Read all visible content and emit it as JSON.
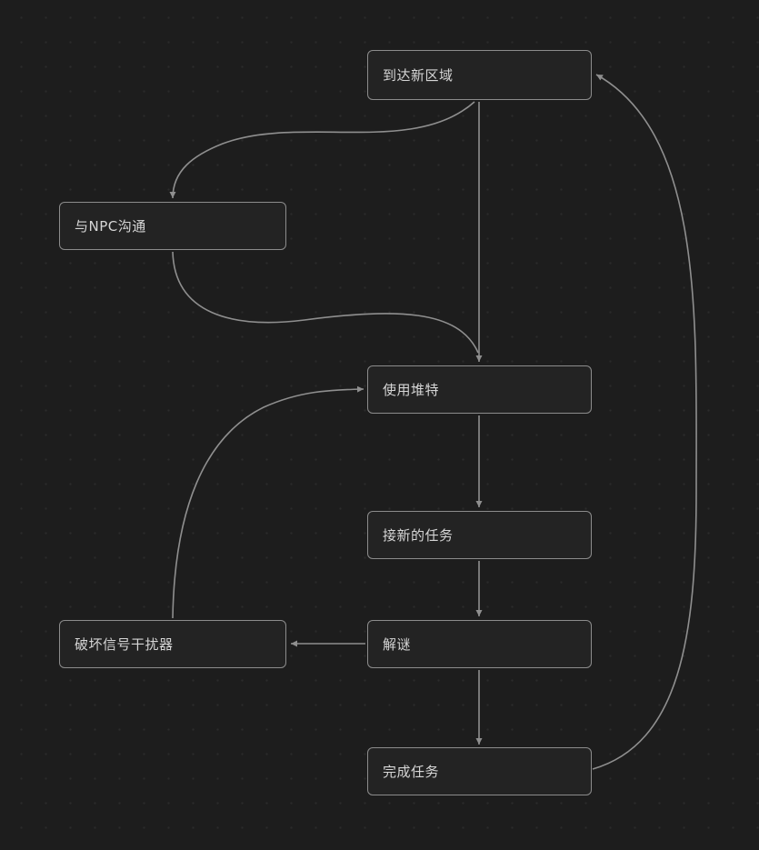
{
  "canvas": {
    "background": "#1d1d1d",
    "dot_color": "#2b2b2b",
    "edge_color": "#8f8f8f",
    "node_border_color": "#8c8c8c",
    "node_fill": "#232323",
    "text_color": "#d6d6d6"
  },
  "nodes": [
    {
      "id": "arrive-new-area",
      "label": "到达新区域"
    },
    {
      "id": "talk-npc",
      "label": "与NPC沟通"
    },
    {
      "id": "use-duite",
      "label": "使用堆特"
    },
    {
      "id": "accept-new-task",
      "label": "接新的任务"
    },
    {
      "id": "solve-puzzle",
      "label": "解谜"
    },
    {
      "id": "destroy-jammer",
      "label": "破坏信号干扰器"
    },
    {
      "id": "complete-task",
      "label": "完成任务"
    }
  ],
  "edges": [
    {
      "from": "到达新区域",
      "to": "与NPC沟通"
    },
    {
      "from": "到达新区域",
      "to": "使用堆特"
    },
    {
      "from": "与NPC沟通",
      "to": "使用堆特"
    },
    {
      "from": "使用堆特",
      "to": "接新的任务"
    },
    {
      "from": "接新的任务",
      "to": "解谜"
    },
    {
      "from": "解谜",
      "to": "破坏信号干扰器"
    },
    {
      "from": "破坏信号干扰器",
      "to": "使用堆特"
    },
    {
      "from": "解谜",
      "to": "完成任务"
    },
    {
      "from": "完成任务",
      "to": "到达新区域"
    }
  ]
}
